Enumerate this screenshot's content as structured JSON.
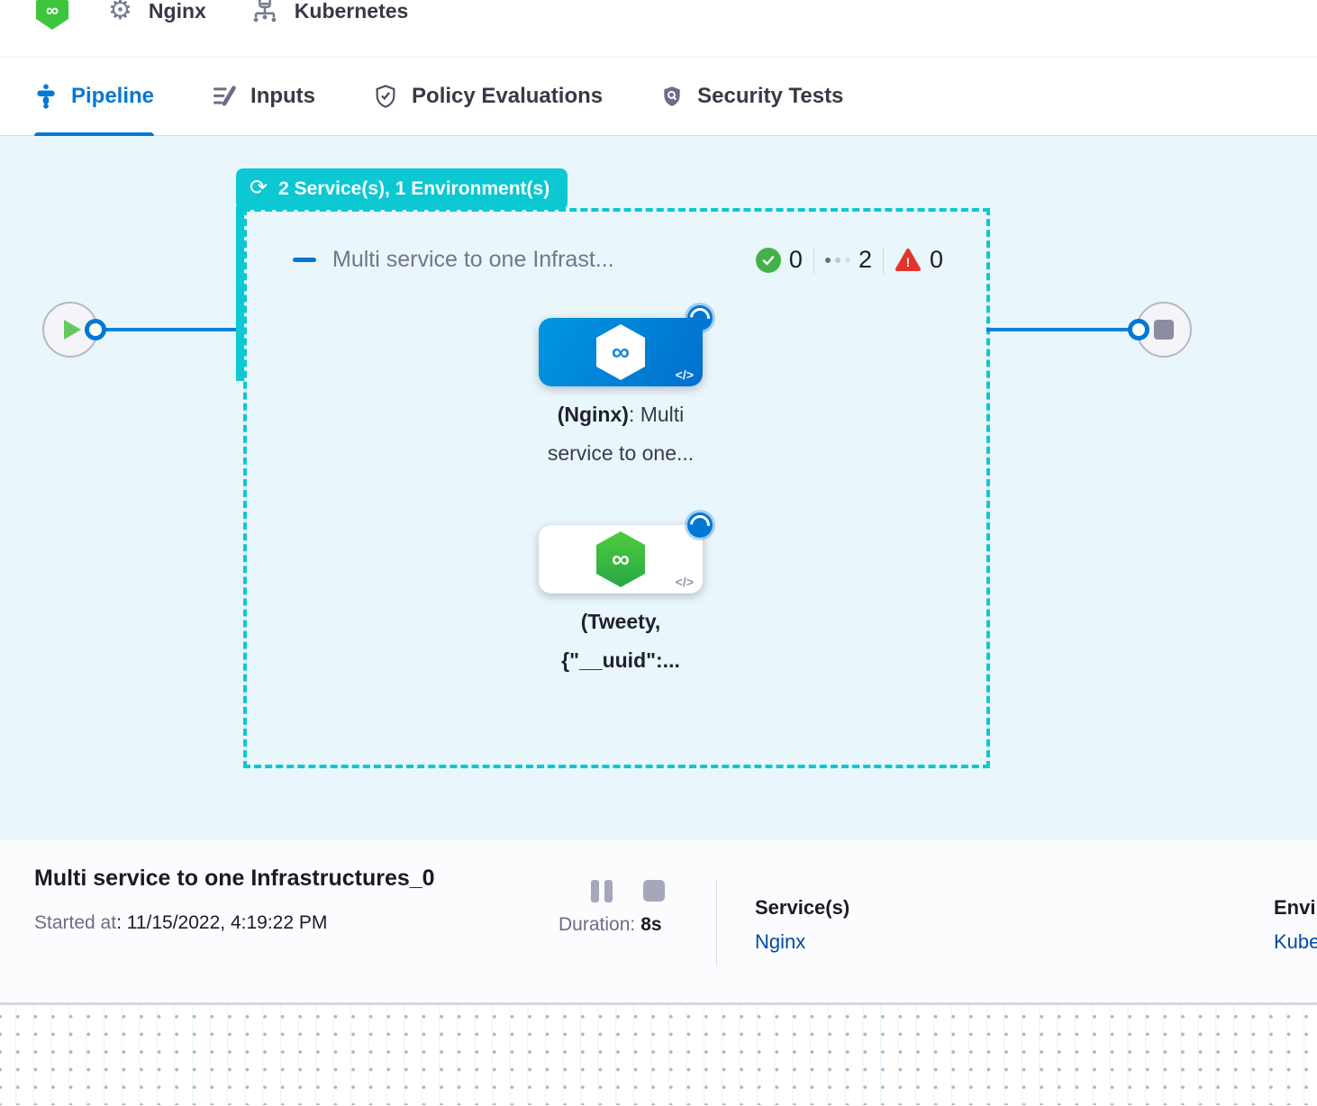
{
  "header": {
    "service_name": "Nginx",
    "environment_name": "Kubernetes"
  },
  "tabs": {
    "pipeline": "Pipeline",
    "inputs": "Inputs",
    "policy": "Policy Evaluations",
    "security": "Security Tests"
  },
  "canvas": {
    "badge_label": "2 Service(s), 1 Environment(s)",
    "stage_title": "Multi service to one Infrast...",
    "counts": {
      "success": "0",
      "running": "2",
      "failed": "0"
    },
    "node1": {
      "bold": "(Nginx)",
      "rest": ": Multi",
      "line2": "service to one...",
      "code_glyph": "</>"
    },
    "node2": {
      "line1": "(Tweety,",
      "line2": "{\"__uuid\":...",
      "code_glyph": "</>"
    }
  },
  "footer": {
    "title": "Multi service to one Infrastructures_0",
    "started_label": "Started at",
    "started_value": ": 11/15/2022, 4:19:22 PM",
    "duration_label": "Duration:",
    "duration_value": "8s",
    "services_label": "Service(s)",
    "services_value": "Nginx",
    "environments_label": "Environment(s)",
    "environments_value": "Kubernetes"
  },
  "colors": {
    "teal": "#0bc8d2",
    "primary_blue": "#0278d5",
    "success_green": "#44b24a",
    "error_red": "#e3342a",
    "link_navy": "#004ba4",
    "canvas_bg": "#e9f6fb"
  }
}
